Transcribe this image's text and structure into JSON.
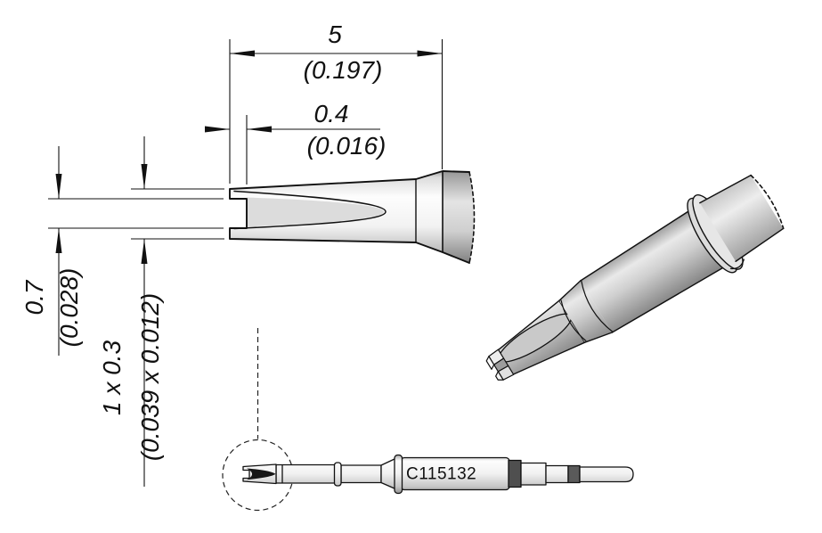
{
  "drawing": {
    "part_number": "C115132",
    "dimensions": {
      "overall_length_mm": "5",
      "overall_length_in": "(0.197)",
      "slot_depth_mm": "0.4",
      "slot_depth_in": "(0.016)",
      "slot_width_mm": "0.7",
      "slot_width_in": "(0.028)",
      "tip_face_mm": "1 x 0.3",
      "tip_face_in": "(0.039 x 0.012)"
    },
    "colors": {
      "line": "#111111",
      "background": "#ffffff",
      "chisel_face_fill": "#dcdcdc",
      "dark_band": "#4f4f4f"
    }
  }
}
